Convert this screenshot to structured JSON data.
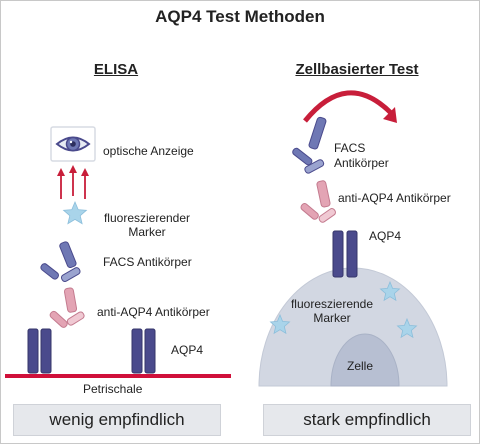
{
  "title": "AQP4 Test Methoden",
  "left": {
    "heading": "ELISA",
    "display_label": "optische Anzeige",
    "marker_label": "fluoreszierender Marker",
    "marker_label_l1": "fluoreszierender",
    "marker_label_l2": "Marker",
    "facs_label": "FACS Antikörper",
    "anti_label": "anti-AQP4 Antikörper",
    "aqp4_label": "AQP4",
    "plate_label": "Petrischale",
    "sensitivity": "wenig empfindlich"
  },
  "right": {
    "heading": "Zellbasierter Test",
    "facs_l1": "FACS",
    "facs_l2": "Antikörper",
    "anti_label": "anti-AQP4 Antikörper",
    "aqp4_label": "AQP4",
    "marker_l1": "fluoreszierende",
    "marker_l2": "Marker",
    "cell_label": "Zelle",
    "sensitivity": "stark empfindlich"
  },
  "colors": {
    "receptor": "#4a4a8c",
    "antibody_blue": "#6f78b4",
    "antibody_pink": "#e3a4b4",
    "plate": "#d0103a",
    "arrow": "#c81e3a",
    "star": "#a9d4ea",
    "cell": "#d2d7e2",
    "nucleus": "#b7bfd2",
    "box": "#e6e8ec"
  },
  "icons": [
    "eye-icon",
    "star-icon",
    "antibody-icon",
    "receptor-icon",
    "curved-arrow-icon"
  ]
}
